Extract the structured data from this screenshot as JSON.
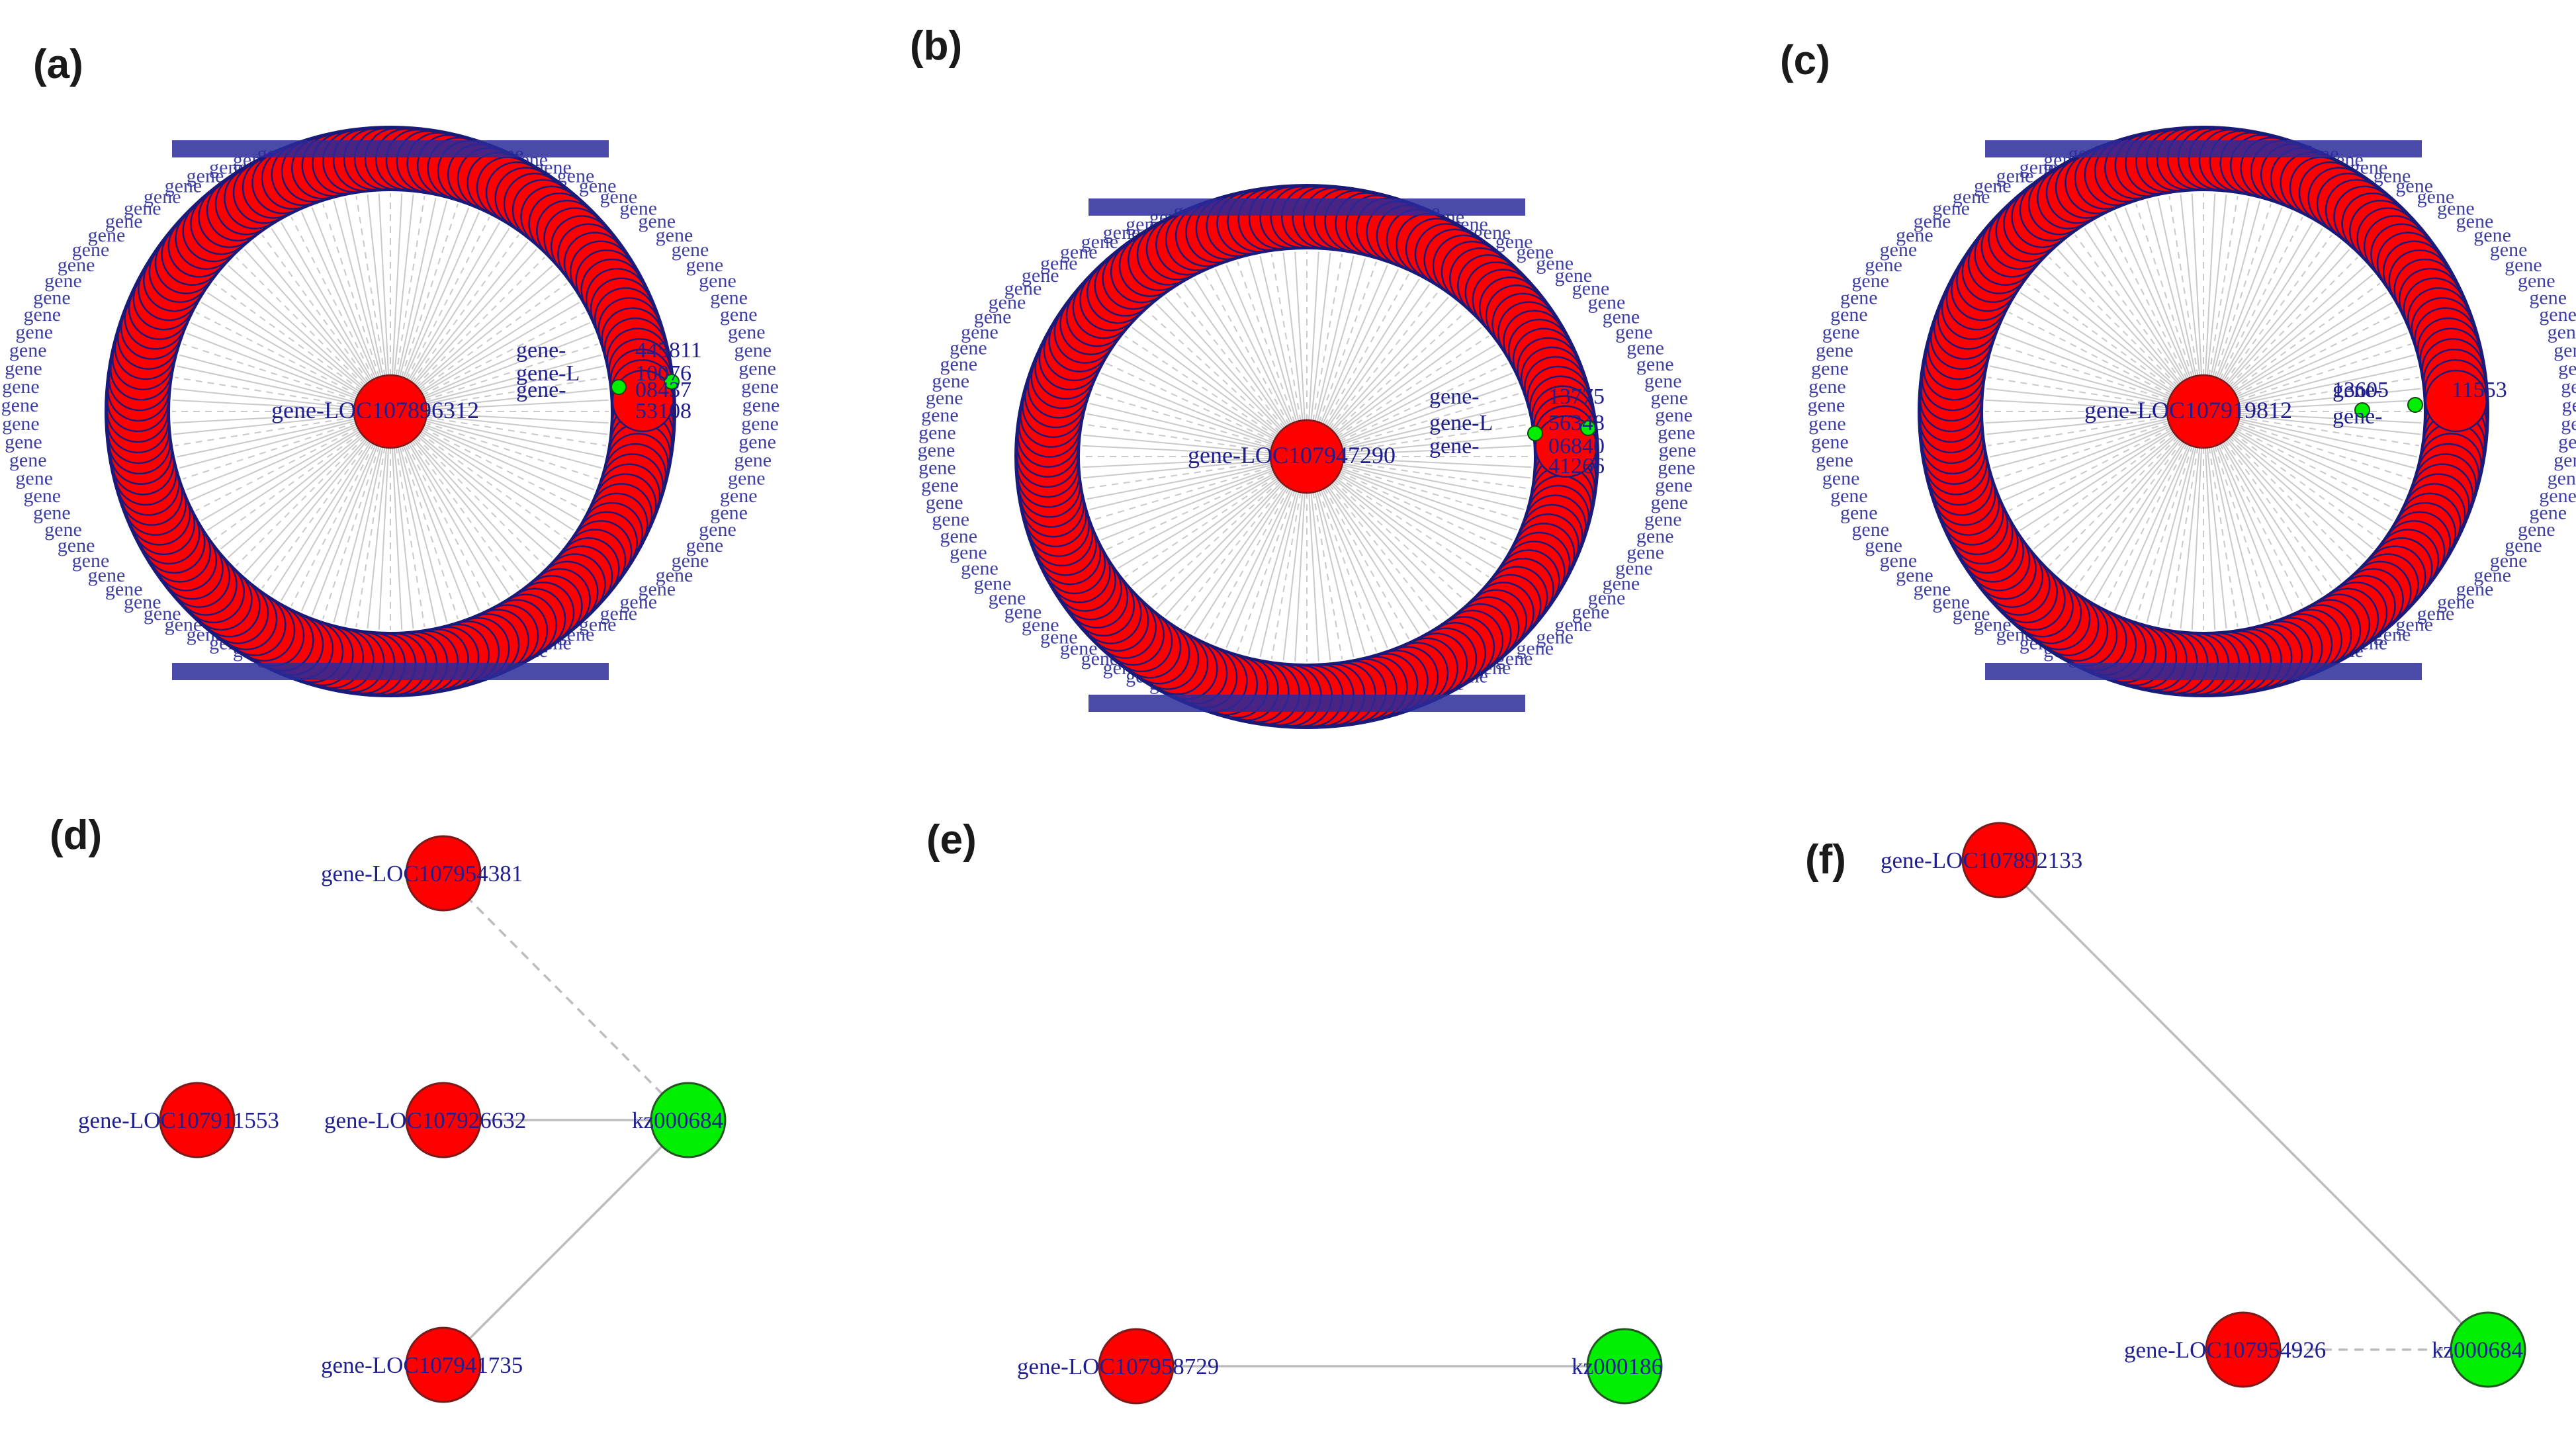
{
  "colors": {
    "gene_node": "#ff0000",
    "lncrna_node": "#00ee00",
    "label_text": "#1f1f8f",
    "edge": "#bdbdbd",
    "ring_outline": "#1a1a7a"
  },
  "panels": [
    {
      "id": "a",
      "label": "(a)",
      "type": "hub",
      "hub_label": "gene-LOC107896312",
      "visible_labels": [
        "gene-",
        "gene-L",
        "gene-",
        "445811",
        "10076",
        "08437",
        "53108"
      ]
    },
    {
      "id": "b",
      "label": "(b)",
      "type": "hub",
      "hub_label": "gene-LOC107947290",
      "visible_labels": [
        "gene-",
        "gene-L",
        "gene-",
        "13775",
        "56348",
        "06840",
        "41266"
      ]
    },
    {
      "id": "c",
      "label": "(c)",
      "type": "hub",
      "hub_label": "gene-LOC107919812",
      "visible_labels": [
        "gene-",
        "gene-",
        "13605",
        "11553"
      ]
    },
    {
      "id": "d",
      "label": "(d)",
      "type": "small",
      "nodes": [
        {
          "id": "d1",
          "label": "gene-LOC107954381",
          "kind": "gene"
        },
        {
          "id": "d2",
          "label": "gene-LOC107911553",
          "kind": "gene"
        },
        {
          "id": "d3",
          "label": "gene-LOC107926632",
          "kind": "gene"
        },
        {
          "id": "d4",
          "label": "kz000684",
          "kind": "lncrna"
        },
        {
          "id": "d5",
          "label": "gene-LOC107941735",
          "kind": "gene"
        }
      ],
      "edges": [
        {
          "from": "d1",
          "to": "d4",
          "style": "dashed"
        },
        {
          "from": "d3",
          "to": "d4",
          "style": "solid"
        },
        {
          "from": "d5",
          "to": "d4",
          "style": "solid"
        }
      ]
    },
    {
      "id": "e",
      "label": "(e)",
      "type": "small",
      "nodes": [
        {
          "id": "e1",
          "label": "gene-LOC107958729",
          "kind": "gene"
        },
        {
          "id": "e2",
          "label": "kz000186",
          "kind": "lncrna"
        }
      ],
      "edges": [
        {
          "from": "e1",
          "to": "e2",
          "style": "solid"
        }
      ]
    },
    {
      "id": "f",
      "label": "(f)",
      "type": "small",
      "nodes": [
        {
          "id": "f1",
          "label": "gene-LOC107892133",
          "kind": "gene"
        },
        {
          "id": "f2",
          "label": "gene-LOC107954926",
          "kind": "gene"
        },
        {
          "id": "f3",
          "label": "kz000684",
          "kind": "lncrna"
        }
      ],
      "edges": [
        {
          "from": "f1",
          "to": "f3",
          "style": "solid"
        },
        {
          "from": "f2",
          "to": "f3",
          "style": "dashed"
        }
      ]
    }
  ]
}
